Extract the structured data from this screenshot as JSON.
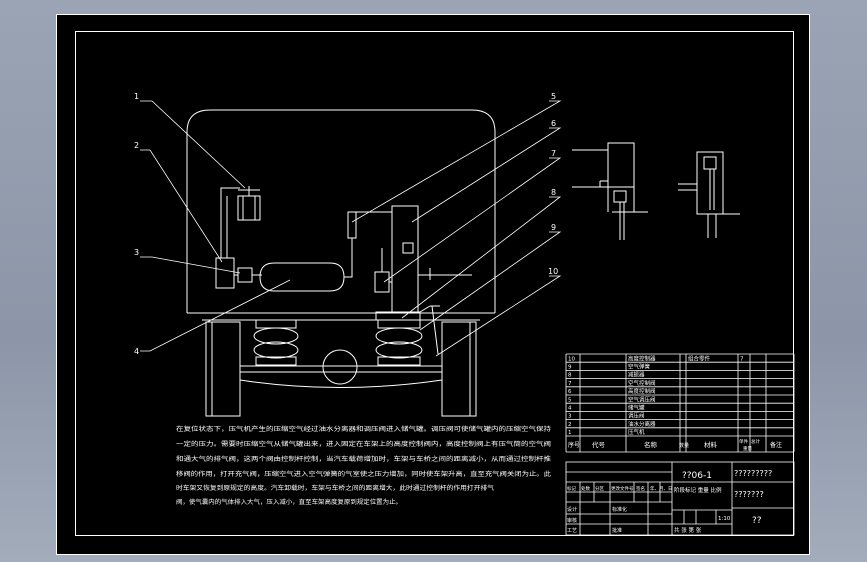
{
  "callouts": [
    "1",
    "2",
    "3",
    "4",
    "5",
    "6",
    "7",
    "8",
    "9",
    "10"
  ],
  "description": {
    "lines": [
      "在复位状态下，压气机产生的压缩空气经过油水分离器和调压阀进入储气罐。调压阀可使储气罐内的压缩空气保持",
      "一定的压力。需要时压缩空气从储气罐出来，进入固定在车架上的高度控制阀内，高度控制阀上有压气筒的空气阀",
      "和通大气的排气阀，这两个阀由控制杆控制，当汽车载荷增加时，车架与车桥之间的距离减小，从而通过控制杆推",
      "移阀的作用，打开充气阀，压缩空气进入空气弹簧的气室使之压力增加，同时使车架升高，直至充气阀关闭为止。此",
      "时车架又恢复到原规定的高度。汽车卸载时，车架与车桥之间的距离增大，此时通过控制杆的作用打开排气",
      "阀，使气囊内的气体排入大气，压入减小，直至车架高度复原到规定位置为止。"
    ]
  },
  "parts_list": {
    "rows": [
      {
        "no": "10",
        "name": "高度控制器",
        "qty": "",
        "material": "组合零件",
        "note": "7"
      },
      {
        "no": "9",
        "name": "空气弹簧",
        "qty": "",
        "material": "",
        "note": ""
      },
      {
        "no": "8",
        "name": "减振器",
        "qty": "",
        "material": "",
        "note": ""
      },
      {
        "no": "7",
        "name": "空气控制阀",
        "qty": "",
        "material": "",
        "note": ""
      },
      {
        "no": "6",
        "name": "高度控制阀",
        "qty": "",
        "material": "",
        "note": ""
      },
      {
        "no": "5",
        "name": "空气调压阀",
        "qty": "",
        "material": "",
        "note": ""
      },
      {
        "no": "4",
        "name": "储气罐",
        "qty": "",
        "material": "",
        "note": ""
      },
      {
        "no": "3",
        "name": "调压阀",
        "qty": "",
        "material": "",
        "note": ""
      },
      {
        "no": "2",
        "name": "油水分离器",
        "qty": "",
        "material": "",
        "note": ""
      },
      {
        "no": "1",
        "name": "压气机",
        "qty": "",
        "material": "",
        "note": ""
      }
    ],
    "header": {
      "no": "序号",
      "code": "代号",
      "name": "名称",
      "qty": "数量",
      "material": "材料",
      "unit_weight": "单件",
      "total_weight": "总计",
      "weight": "重量",
      "note": "备注"
    }
  },
  "title_block": {
    "drawing_no": "??06-1",
    "title_top": "?????????",
    "title_mid": "???????",
    "company": "??",
    "scale": "1:10",
    "revision_labels": [
      "标记",
      "处数",
      "分区",
      "更改文件号",
      "签名",
      "年、月、日"
    ],
    "role_labels": [
      "设计",
      "审核",
      "工艺"
    ],
    "std_label": "标准化",
    "approve_label": "批准",
    "stage_labels": "阶段标记  重量  比例",
    "sheet_labels": "共    张  第    张"
  }
}
